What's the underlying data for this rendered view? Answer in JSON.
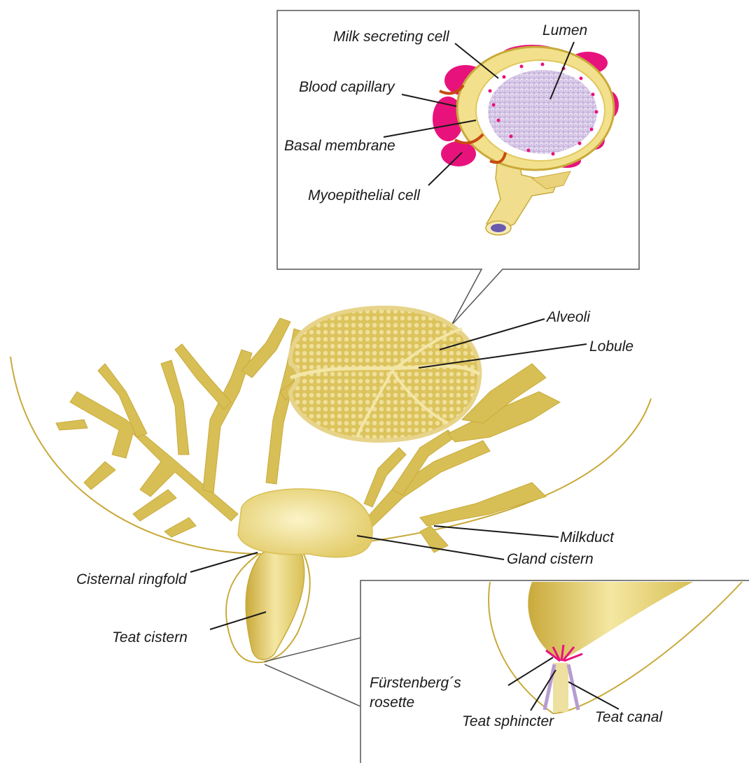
{
  "labels": {
    "milk_secreting_cell": "Milk secreting cell",
    "lumen": "Lumen",
    "blood_capillary": "Blood capillary",
    "basal_membrane": "Basal membrane",
    "myoepithelial_cell": "Myoepithelial cell",
    "alveoli": "Alveoli",
    "lobule": "Lobule",
    "milkduct": "Milkduct",
    "gland_cistern": "Gland cistern",
    "cisternal_ringfold": "Cisternal ringfold",
    "teat_cistern": "Teat cistern",
    "furstenberg_line1": "Fürstenberg´s",
    "furstenberg_line2": "rosette",
    "teat_sphincter": "Teat sphincter",
    "teat_canal": "Teat canal"
  },
  "colors": {
    "gland_tissue": "#d8bf55",
    "gland_light": "#f2e7a6",
    "capillary": "#e8127c",
    "lumen": "#d9c8e8",
    "outline": "#c8aa3a"
  }
}
